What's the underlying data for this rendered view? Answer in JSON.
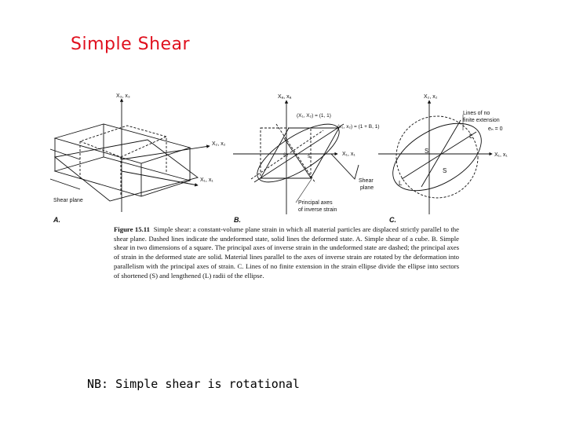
{
  "slide": {
    "title": "Simple Shear",
    "footnote": "NB: Simple shear is rotational"
  },
  "figure": {
    "panels": [
      "A.",
      "B.",
      "C."
    ],
    "labels": {
      "a_x3": "X₃, x₃",
      "a_x2": "X₂, x₂",
      "a_x1": "X₁, x₁",
      "a_shear_plane": "Shear plane",
      "b_xa": "Xₐ, xₐ",
      "b_pt1": "(X₁, X₂) = (1, 1)",
      "b_pt2": "(x₁, x₂) = (1 + B, 1)",
      "b_x1": "X₁, x₁",
      "b_s3": "ŝ₃",
      "b_s1": "ŝ₁",
      "b_shear_plane_1": "Shear",
      "b_shear_plane_2": "plane",
      "b_axes_1": "Principal axes",
      "b_axes_2": "of inverse strain",
      "c_x2": "X₂, x₂",
      "c_lines_1": "Lines of no",
      "c_lines_2": "finite extension",
      "c_en": "eₙ = 0",
      "c_x1": "X₁, x₁",
      "c_S": "S",
      "c_L": "L"
    },
    "caption": {
      "label": "Figure 15.11",
      "title": "Simple shear:",
      "text": "a constant-volume plane strain in which all material particles are displaced strictly parallel to the shear plane. Dashed lines indicate the undeformed state, solid lines the deformed state. A. Simple shear of a cube. B. Simple shear in two dimensions of a square. The principal axes of inverse strain in the undeformed state are dashed; the principal axes of strain in the deformed state are solid. Material lines parallel to the axes of inverse strain are rotated by the deformation into parallelism with the principal axes of strain. C. Lines of no finite extension in the strain ellipse divide the ellipse into sectors of shortened (S) and lengthened (L) radii of the ellipse."
    }
  }
}
